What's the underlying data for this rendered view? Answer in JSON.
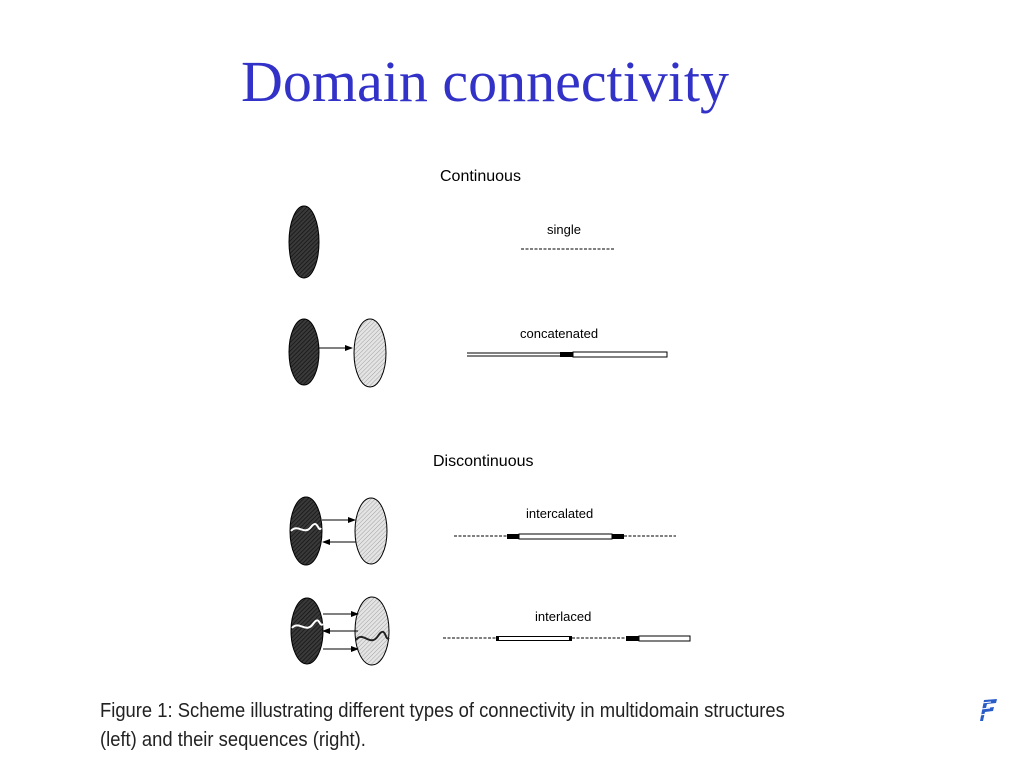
{
  "slide": {
    "title": "Domain connectivity"
  },
  "figure": {
    "sections": [
      {
        "heading": "Continuous",
        "examples": [
          {
            "label": "single"
          },
          {
            "label": "concatenated"
          }
        ]
      },
      {
        "heading": "Discontinuous",
        "examples": [
          {
            "label": "intercalated"
          },
          {
            "label": "interlaced"
          }
        ]
      }
    ],
    "caption_line1": "Figure 1:  Scheme illustrating different types of connectivity in multidomain structures",
    "caption_line2": "(left) and their sequences (right)."
  },
  "colors": {
    "title": "#3232c8",
    "dark_domain": "#333333",
    "light_domain": "#d9d9d9",
    "logo": "#2a5cc8"
  },
  "icons": {
    "logo": "corner-logo-icon"
  }
}
